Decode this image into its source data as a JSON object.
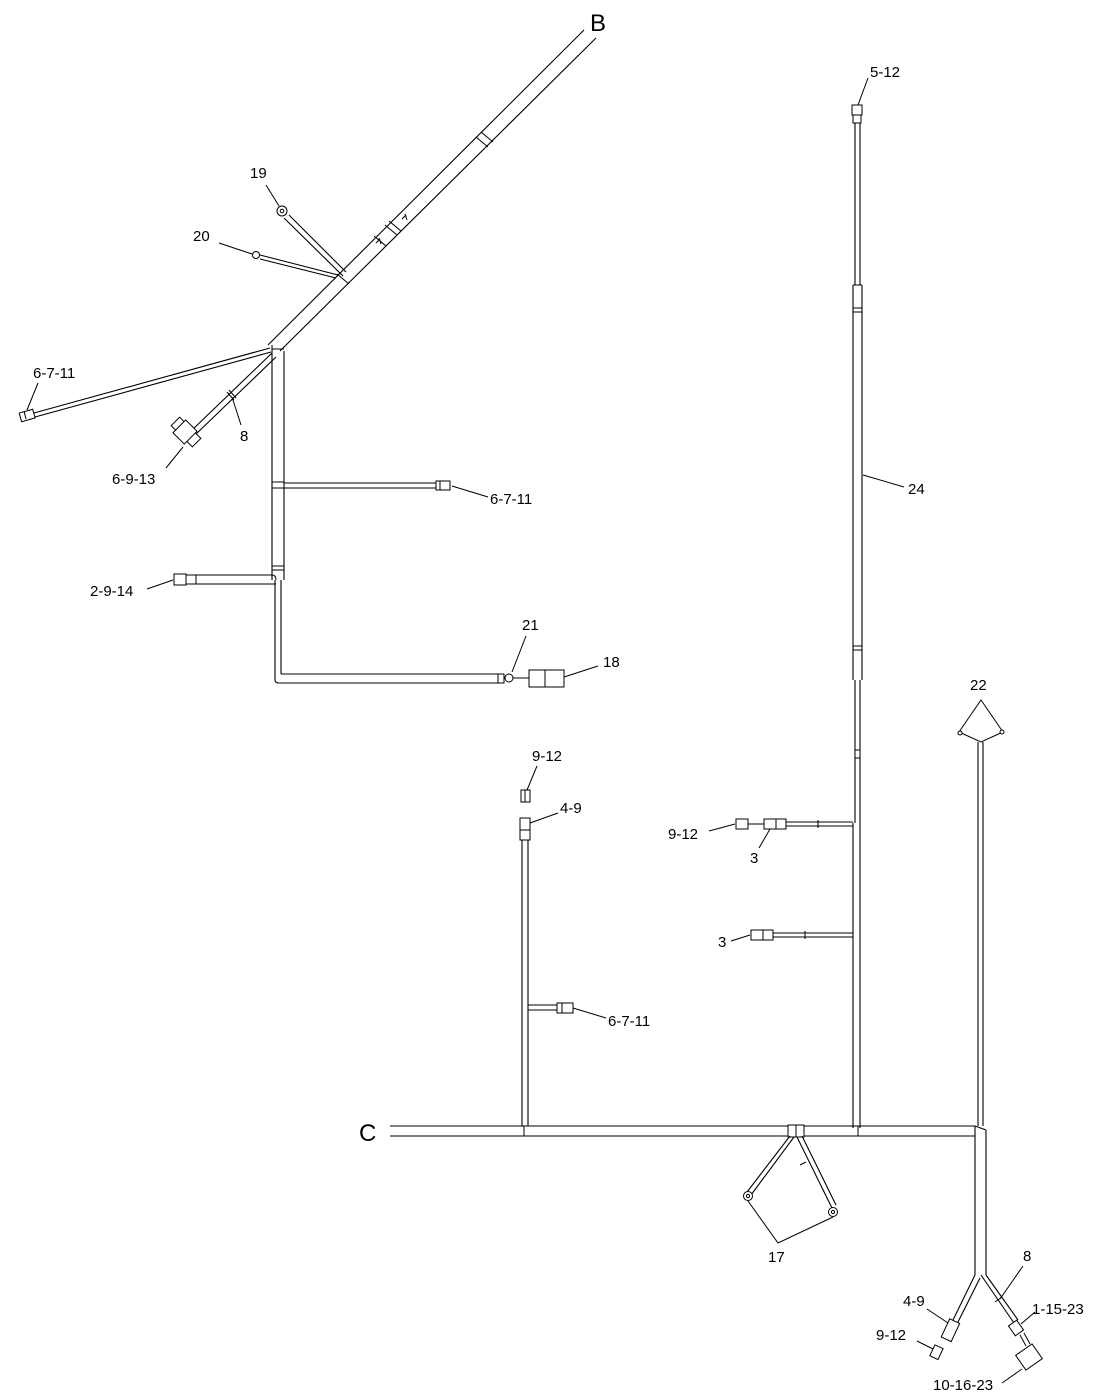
{
  "ends": {
    "b": "B",
    "c": "C"
  },
  "callouts": {
    "c5_12": "5-12",
    "c19": "19",
    "c20": "20",
    "c6_7_11_a": "6-7-11",
    "c8_a": "8",
    "c6_9_13": "6-9-13",
    "c6_7_11_b": "6-7-11",
    "c24": "24",
    "c2_9_14": "2-9-14",
    "c21": "21",
    "c18": "18",
    "c22": "22",
    "c9_12_a": "9-12",
    "c4_9_a": "4-9",
    "c9_12_b": "9-12",
    "c3_a": "3",
    "c3_b": "3",
    "c6_7_11_c": "6-7-11",
    "c17": "17",
    "c8_b": "8",
    "c4_9_b": "4-9",
    "c1_15_23": "1-15-23",
    "c9_12_c": "9-12",
    "c10_16_23": "10-16-23"
  }
}
